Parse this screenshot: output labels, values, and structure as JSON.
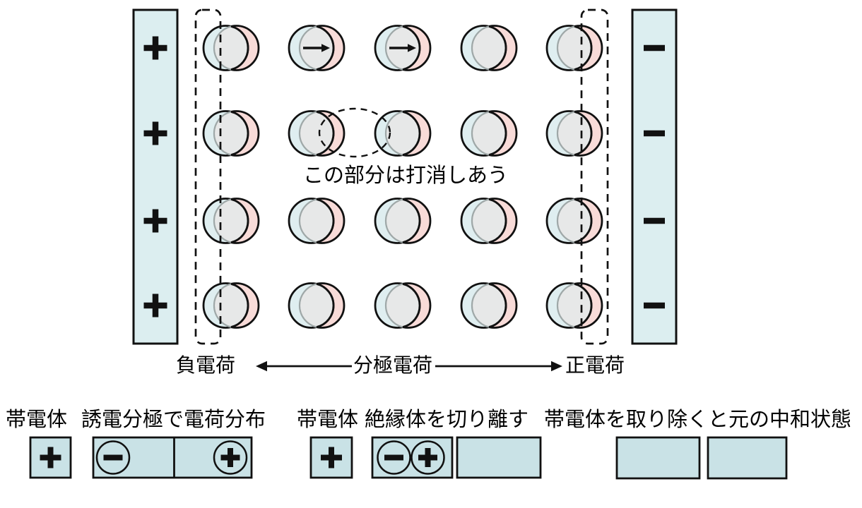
{
  "figure": {
    "left_electrode": {
      "symbol": "+",
      "count": 4,
      "role": "positively charged plate"
    },
    "right_electrode": {
      "symbol": "−",
      "count": 4,
      "role": "negatively charged plate"
    },
    "grid": {
      "rows": 4,
      "cols": 5
    },
    "cancel_note": "この部分は打消しあう",
    "axis_labels": {
      "negative": "負電荷",
      "center": "分極電荷",
      "positive": "正電荷"
    }
  },
  "steps": {
    "step1": {
      "charged_body_label": "帯電体",
      "caption": "誘電分極で電荷分布",
      "body_symbol": "+",
      "left_charge_symbol": "−",
      "right_charge_symbol": "+"
    },
    "step2": {
      "charged_body_label": "帯電体",
      "caption": "絶縁体を切り離す",
      "body_symbol": "+",
      "left_charge_symbol": "−",
      "right_charge_symbol": "+"
    },
    "step3": {
      "caption": "帯電体を取り除くと元の中和状態"
    }
  },
  "colors": {
    "electrode_fill": "#dceef0",
    "box_fill": "#c9e2e6",
    "negative_cloud": "#dfeef0",
    "positive_cloud": "#f8dbd8",
    "overlap": "#e7e8e8",
    "overlap_arc": "#9fa8a8",
    "outline": "#111111"
  }
}
